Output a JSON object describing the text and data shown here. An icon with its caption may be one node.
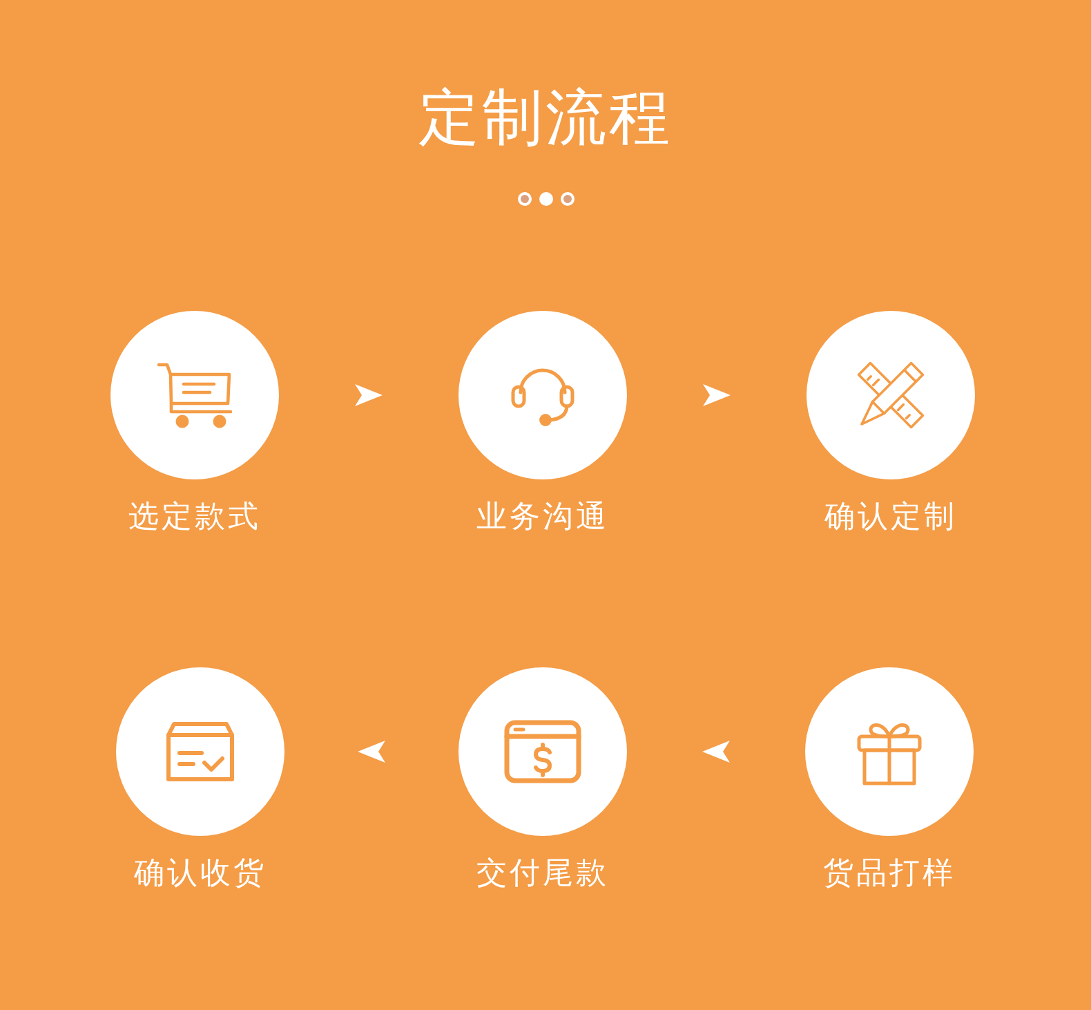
{
  "diagram": {
    "title": "定制流程",
    "nodes": [
      {
        "text": [
          "选定款式"
        ]
      },
      {
        "text": [
          "业务沟通"
        ]
      },
      {
        "text": [
          "确认定制"
        ]
      },
      {
        "text": [
          "确认收货"
        ]
      },
      {
        "text": [
          "交付尾款"
        ]
      },
      {
        "text": [
          "货品打样"
        ]
      }
    ],
    "edges": [
      {
        "from": 0,
        "to": 1,
        "arrow": "to"
      },
      {
        "from": 1,
        "to": 2,
        "arrow": "to"
      },
      {
        "from": 5,
        "to": 4,
        "arrow": "to"
      },
      {
        "from": 4,
        "to": 3,
        "arrow": "to"
      }
    ]
  }
}
